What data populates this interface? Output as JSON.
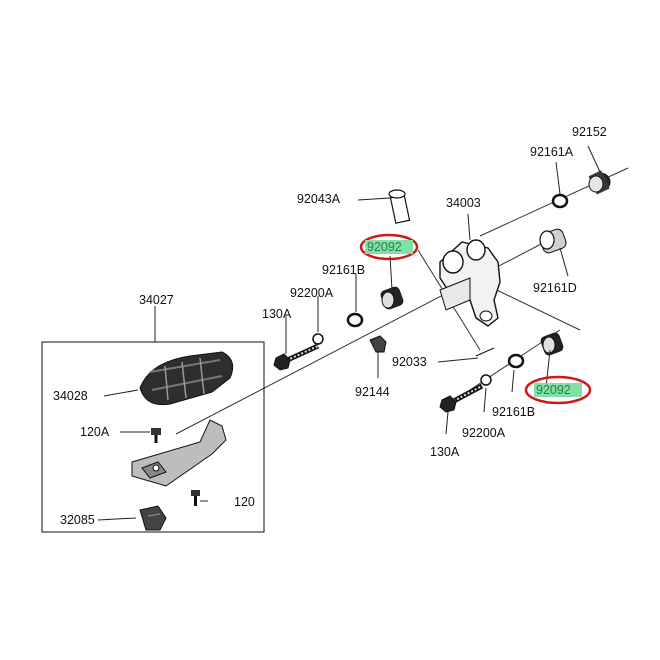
{
  "colors": {
    "highlight_fill": "#7fe0a8",
    "highlight_ring": "#d01818",
    "line": "#222222",
    "part_dark": "#2a2a2a",
    "part_light": "#d8d8d8"
  },
  "labels": {
    "p92152": "92152",
    "p92161A": "92161A",
    "p34003": "34003",
    "p92043A": "92043A",
    "p92092_top": "92092",
    "p92161B_top": "92161B",
    "p92200A_top": "92200A",
    "p130A_top": "130A",
    "p92161D": "92161D",
    "p34027": "34027",
    "p92033": "92033",
    "p92144": "92144",
    "p34028": "34028",
    "p120A": "120A",
    "p92092_bot": "92092",
    "p92161B_bot": "92161B",
    "p92200A_bot": "92200A",
    "p130A_bot": "130A",
    "p120": "120",
    "p32085": "32085"
  }
}
